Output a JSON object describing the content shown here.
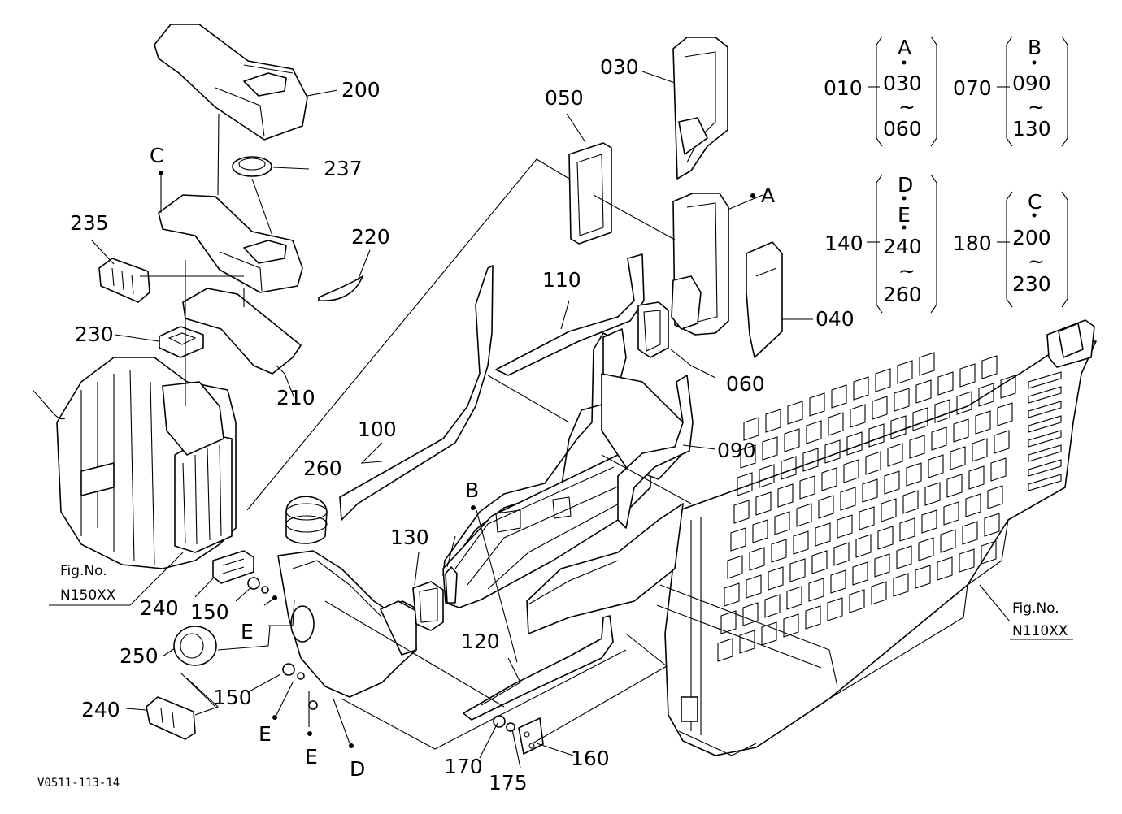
{
  "drawing_code": "V0511-113-14",
  "part_labels": {
    "p030": "030",
    "p050": "050",
    "p200": "200",
    "p237": "237",
    "p220": "220",
    "p235": "235",
    "p230": "230",
    "p210": "210",
    "p110": "110",
    "p100": "100",
    "p040": "040",
    "p060": "060",
    "p090": "090",
    "p260": "260",
    "p130": "130",
    "p240a": "240",
    "p150a": "150",
    "p250": "250",
    "p150b": "150",
    "p240b": "240",
    "p120": "120",
    "p170": "170",
    "p175": "175",
    "p160": "160"
  },
  "point_labels": {
    "c": "C",
    "a": "A",
    "b": "B",
    "d": "D",
    "e1": "E",
    "e2": "E",
    "e3": "E"
  },
  "references": {
    "n150": {
      "title": "Fig.No.",
      "code": "N150XX"
    },
    "n110": {
      "title": "Fig.No.",
      "code": "N110XX"
    }
  },
  "assemblies": [
    {
      "key": "a010",
      "number": "010",
      "letters": [
        "A"
      ],
      "from": "030",
      "to": "060"
    },
    {
      "key": "a070",
      "number": "070",
      "letters": [
        "B"
      ],
      "from": "090",
      "to": "130"
    },
    {
      "key": "a140",
      "number": "140",
      "letters": [
        "D",
        "E"
      ],
      "from": "240",
      "to": "260"
    },
    {
      "key": "a180",
      "number": "180",
      "letters": [
        "C"
      ],
      "from": "200",
      "to": "230"
    }
  ],
  "tilde": "~"
}
